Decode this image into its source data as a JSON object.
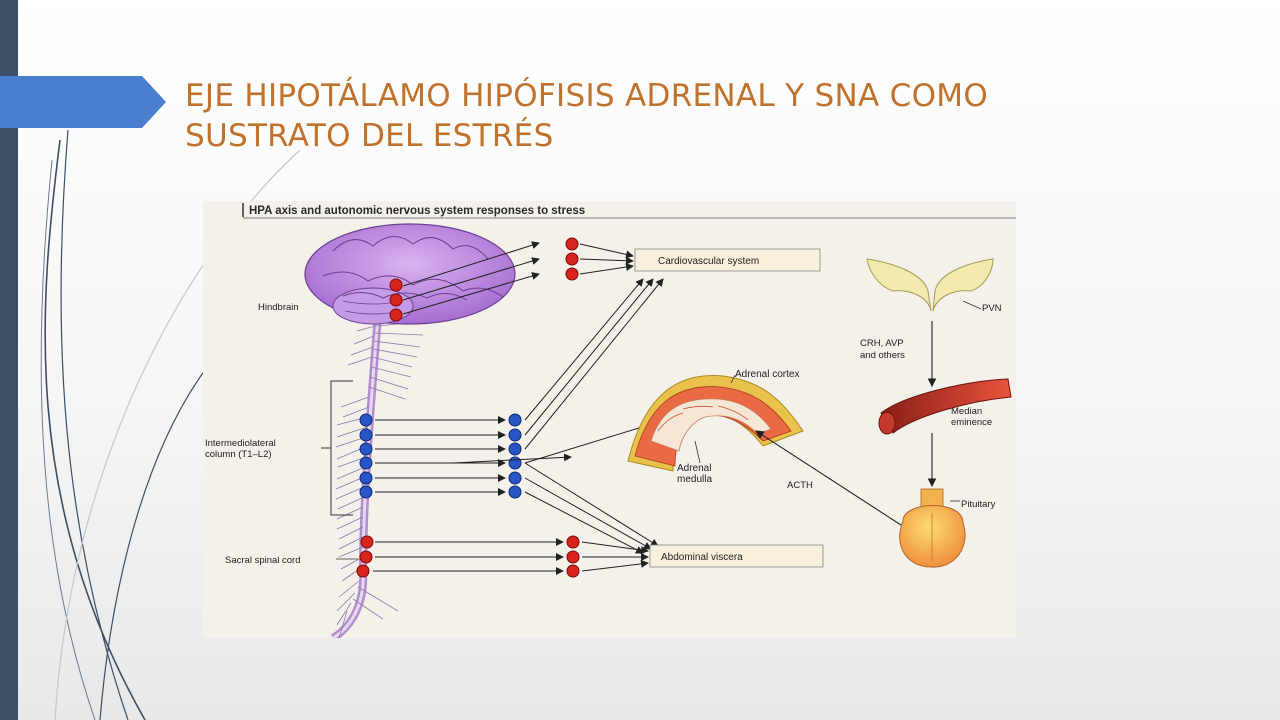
{
  "slide": {
    "title_line1": "EJE HIPOTÁLAMO  HIPÓFISIS ADRENAL  Y SNA COMO",
    "title_line2": "SUSTRATO  DEL ESTRÉS",
    "accent_color": "#c0722c",
    "arrow_color": "#4a7fd0",
    "bar_color": "#3d4f66"
  },
  "figure": {
    "header": "HPA axis and autonomic nervous system responses to stress",
    "labels": {
      "hindbrain": "Hindbrain",
      "intermediolateral": "Intermediolateral",
      "column": "column (T1–L2)",
      "sacral": "Sacral spinal cord",
      "cardiovascular": "Cardiovascular system",
      "abdominal": "Abdominal viscera",
      "adrenal_cortex": "Adrenal cortex",
      "adrenal_medulla_1": "Adrenal",
      "adrenal_medulla_2": "medulla",
      "acth": "ACTH",
      "pvn": "PVN",
      "crh_1": "CRH, AVP",
      "crh_2": "and others",
      "median_1": "Median",
      "median_2": "eminence",
      "pituitary": "Pituitary"
    },
    "icons": [
      "brain-icon",
      "spinal-cord-icon",
      "adrenal-gland-icon",
      "hypothalamus-pvn-icon",
      "median-eminence-icon",
      "pituitary-icon"
    ]
  }
}
